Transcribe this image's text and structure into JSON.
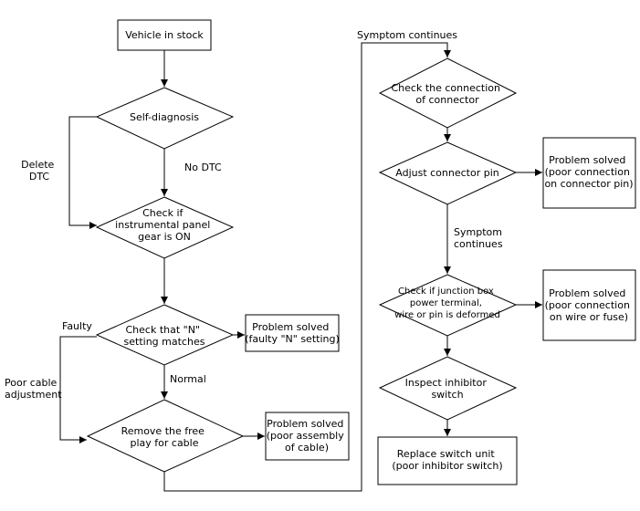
{
  "nodes": {
    "vehicle_in_stock": [
      "Vehicle in stock"
    ],
    "self_diagnosis": [
      "Self-diagnosis"
    ],
    "check_instrument_panel": [
      "Check if",
      "instrumental panel",
      "gear is ON"
    ],
    "check_n_setting": [
      "Check that \"N\"",
      "setting matches"
    ],
    "problem_faulty_n": [
      "Problem solved",
      "(faulty \"N\" setting)"
    ],
    "remove_free_play": [
      "Remove the free",
      "play for cable"
    ],
    "problem_cable_assembly": [
      "Problem solved",
      "(poor assembly",
      "of cable)"
    ],
    "check_connector": [
      "Check the connection",
      "of connector"
    ],
    "adjust_connector_pin": [
      "Adjust connector pin"
    ],
    "problem_connector_pin": [
      "Problem solved",
      "(poor connection",
      "on connector pin)"
    ],
    "check_junction_box": [
      "Check if junction box",
      "power terminal,",
      "wire or pin is deformed"
    ],
    "problem_wire_fuse": [
      "Problem solved",
      "(poor connection",
      "on wire or fuse)"
    ],
    "inspect_inhibitor": [
      "Inspect inhibitor",
      "switch"
    ],
    "replace_switch": [
      "Replace switch unit",
      "(poor inhibitor switch)"
    ]
  },
  "labels": {
    "delete_dtc": [
      "Delete",
      "DTC"
    ],
    "no_dtc": [
      "No DTC"
    ],
    "faulty": [
      "Faulty"
    ],
    "poor_cable_adjustment": [
      "Poor cable",
      "adjustment"
    ],
    "normal": [
      "Normal"
    ],
    "symptom_continues_top": [
      "Symptom continues"
    ],
    "symptom_continues_mid": [
      "Symptom",
      "continues"
    ]
  }
}
